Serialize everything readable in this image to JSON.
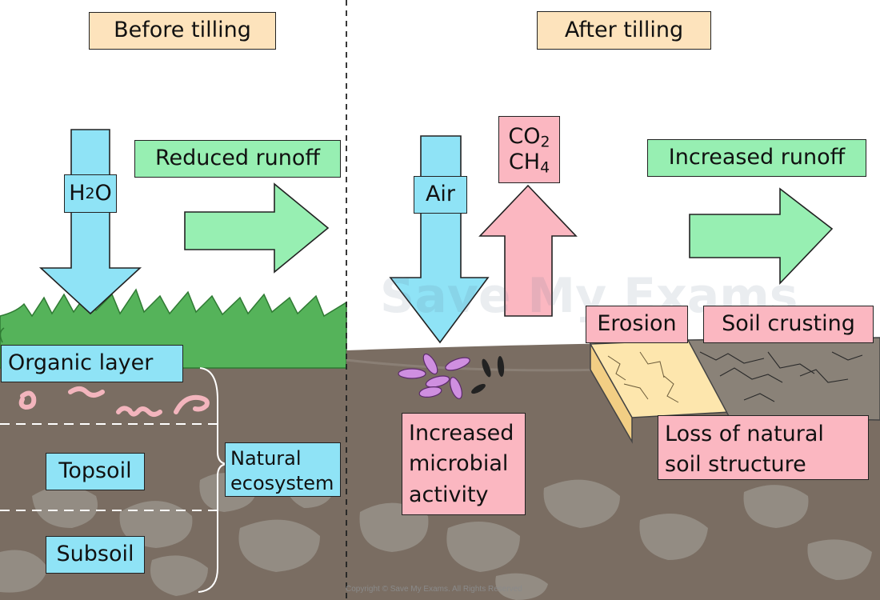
{
  "panels": {
    "before": {
      "title": "Before tilling"
    },
    "after": {
      "title": "After tilling"
    }
  },
  "labels": {
    "h2o": {
      "main": "H",
      "sub": "2",
      "tail": "O"
    },
    "reduced_runoff": "Reduced runoff",
    "organic_layer": "Organic layer",
    "topsoil": "Topsoil",
    "subsoil": "Subsoil",
    "natural_ecosystem": [
      "Natural",
      "ecosystem"
    ],
    "air": "Air",
    "co2": {
      "main": "CO",
      "sub": "2"
    },
    "ch4": {
      "main": "CH",
      "sub": "4"
    },
    "increased_runoff": "Increased runoff",
    "erosion": "Erosion",
    "soil_crusting": "Soil crusting",
    "increased_microbial_activity": [
      "Increased",
      "microbial",
      "activity"
    ],
    "loss_of_structure": [
      "Loss of natural",
      "soil structure"
    ]
  },
  "watermark": "Save My Exams",
  "copyright": "Copyright © Save My Exams. All Rights Reserved",
  "colors": {
    "title_box": "#fde3bc",
    "water_air": "#8fe3f6",
    "runoff": "#97efb2",
    "gas_problem": "#fbb7c1",
    "soil": "#7a6d62",
    "grass": "#55b35a"
  }
}
